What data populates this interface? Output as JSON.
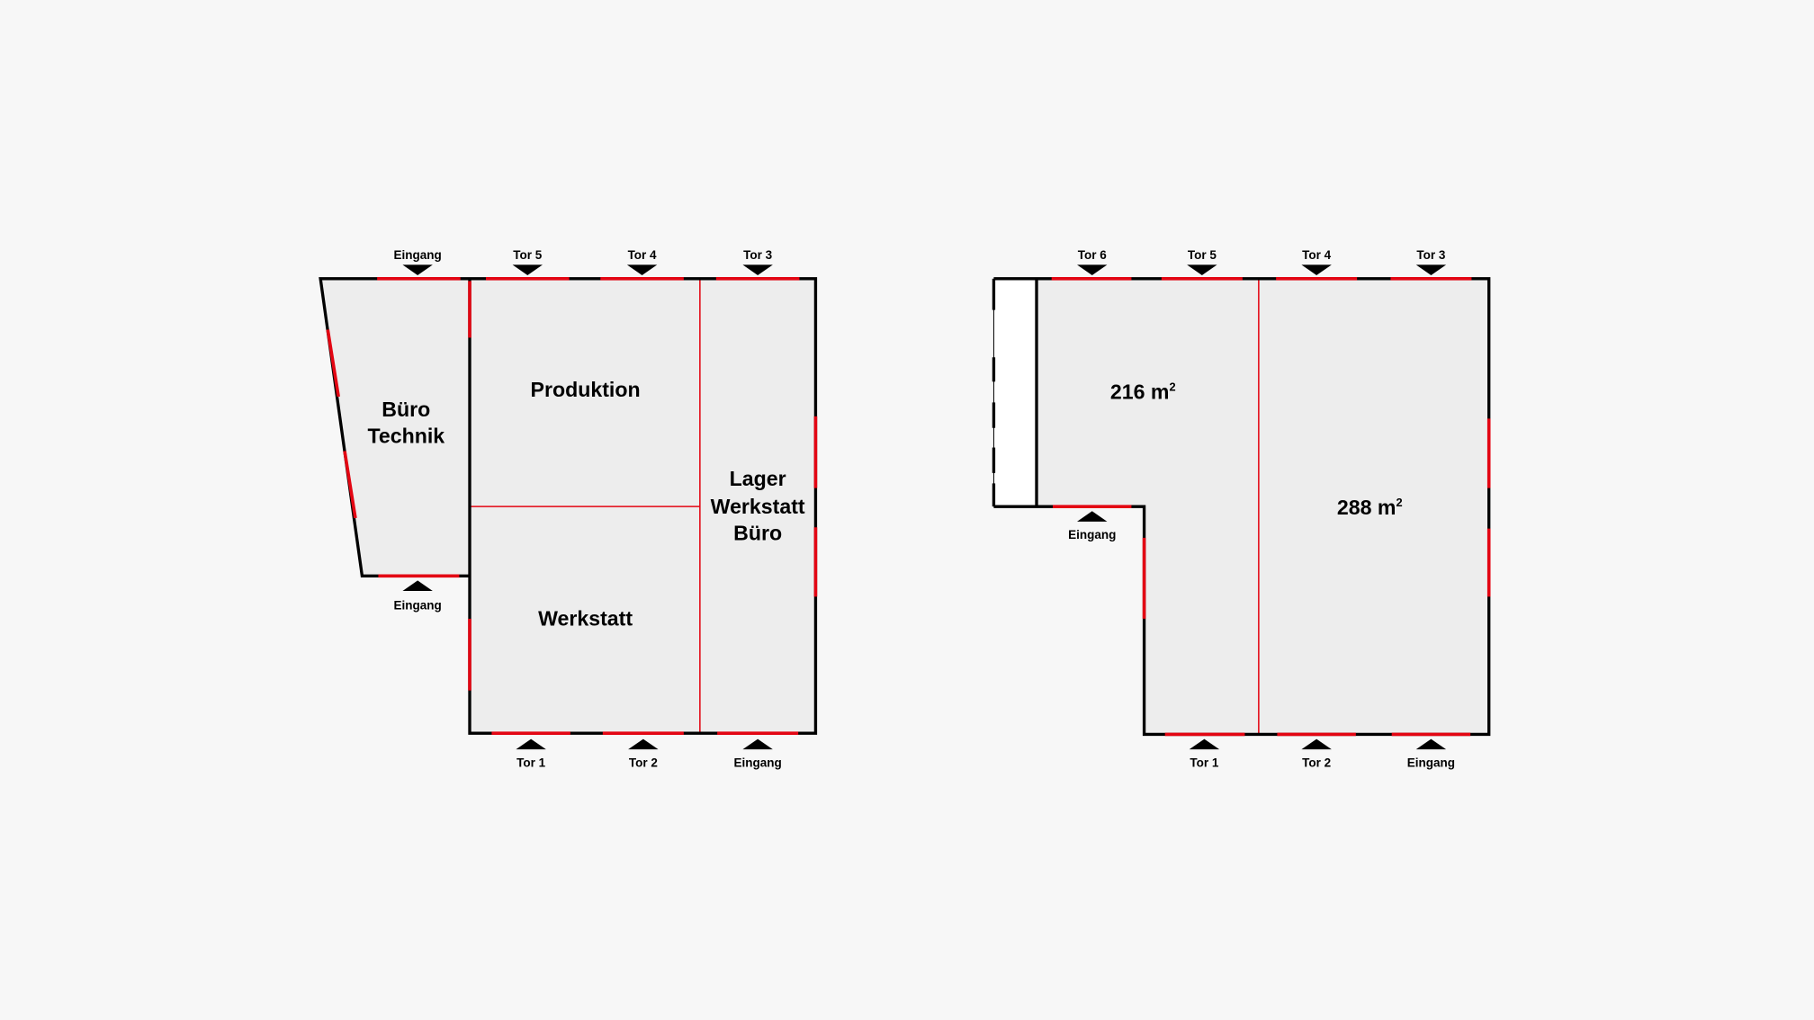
{
  "plan_left": {
    "rooms": {
      "buero_technik": [
        "Büro",
        "Technik"
      ],
      "produktion": "Produktion",
      "werkstatt": "Werkstatt",
      "lager": [
        "Lager",
        "Werkstatt",
        "Büro"
      ]
    },
    "top_labels": [
      "Eingang",
      "Tor 5",
      "Tor 4",
      "Tor 3"
    ],
    "bottom_labels": [
      "Tor 1",
      "Tor 2",
      "Eingang"
    ],
    "side_entrance": "Eingang"
  },
  "plan_right": {
    "areas": {
      "left": "216 m",
      "right": "288 m",
      "unit_sup": "2"
    },
    "top_labels": [
      "Tor 6",
      "Tor 5",
      "Tor 4",
      "Tor 3"
    ],
    "bottom_labels": [
      "Tor 1",
      "Tor 2",
      "Eingang"
    ],
    "side_entrance": "Eingang"
  },
  "colors": {
    "wall": "#000000",
    "opening": "#e30613",
    "room_fill": "#ededed",
    "background": "#f7f7f7"
  }
}
